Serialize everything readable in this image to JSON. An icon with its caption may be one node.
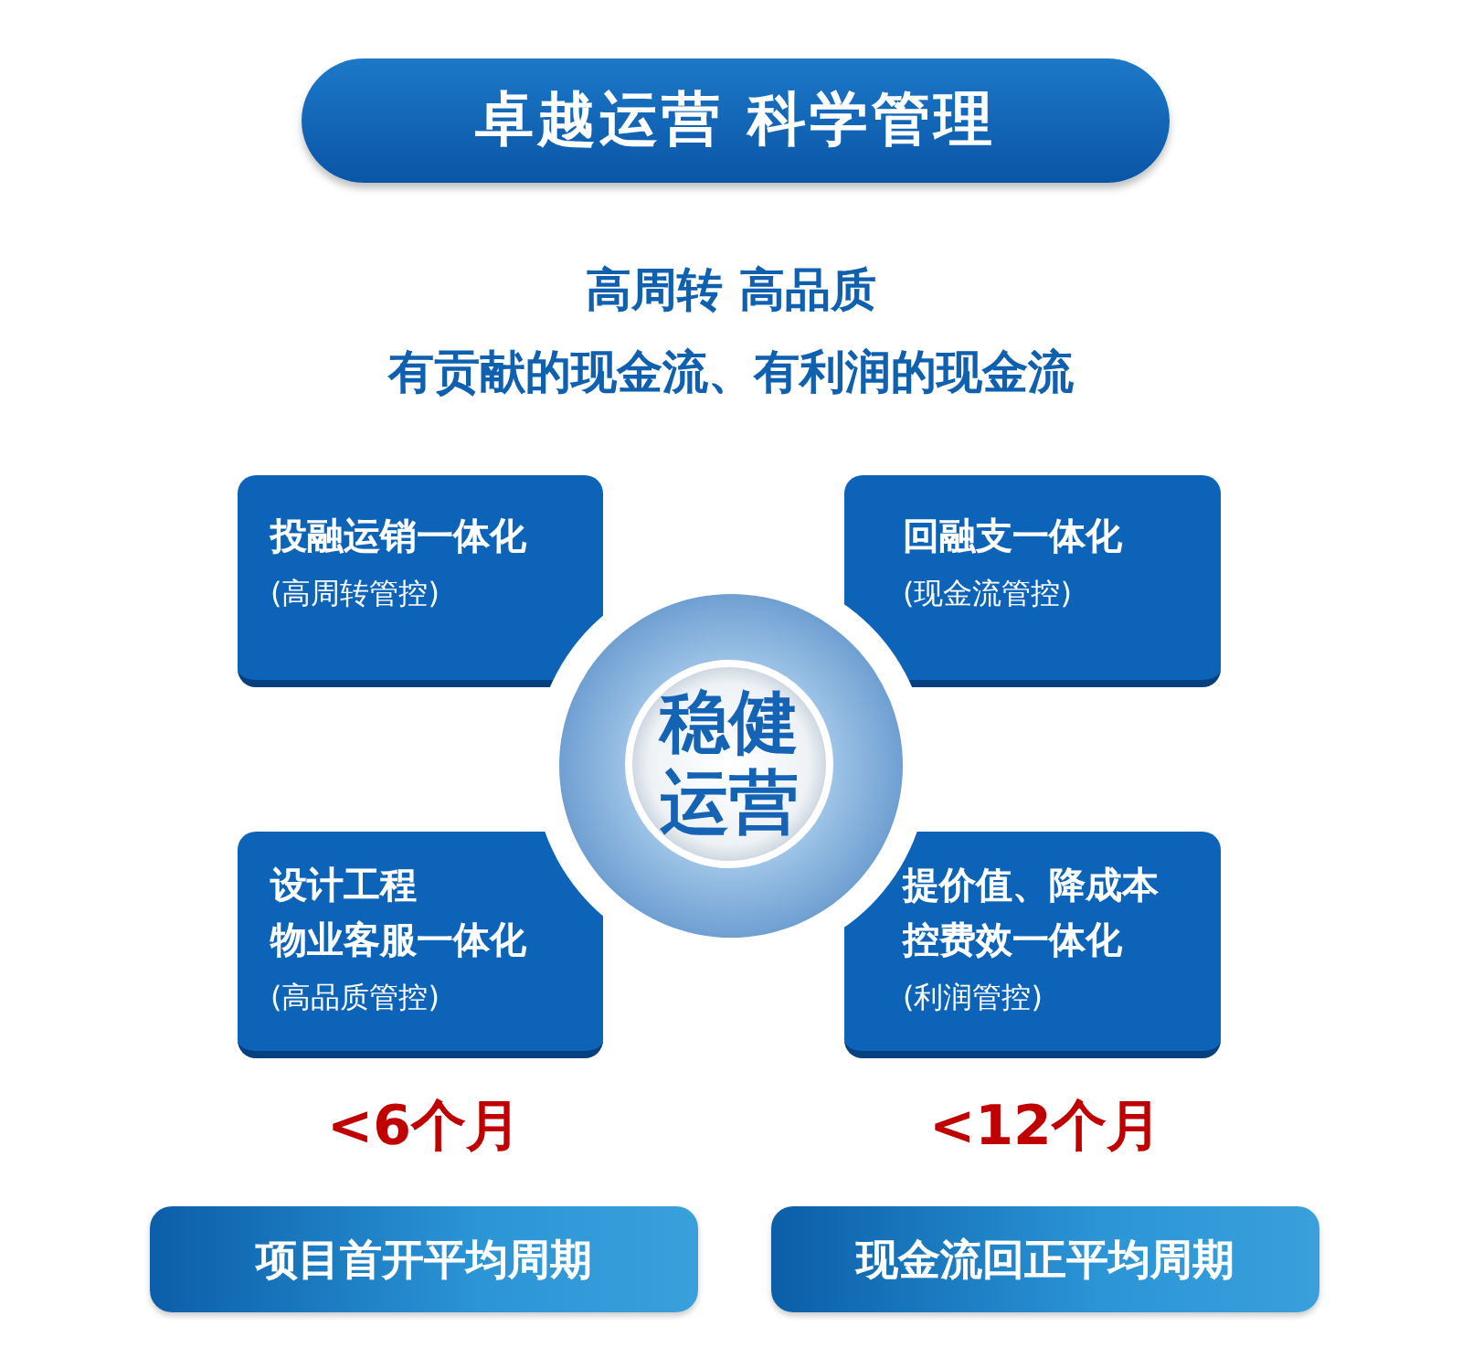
{
  "diagram": {
    "nodes": [
      {
        "text": [
          "卓越运营 科学管理"
        ]
      },
      {
        "text": [
          "投融运销一体化",
          "(高周转管控)"
        ]
      },
      {
        "text": [
          "回融支一体化",
          "(现金流管控)"
        ]
      },
      {
        "text": [
          "稳健运营"
        ]
      },
      {
        "text": [
          "设计工程",
          "物业客服一体化",
          "(高品质管控)"
        ]
      },
      {
        "text": [
          "提价值、降成本控费效一体化",
          "(利润管控)"
        ]
      },
      {
        "text": [
          "项目首开平均周期"
        ],
        "beside": [
          "<6个月"
        ]
      },
      {
        "text": [
          "现金流回正平均周期"
        ],
        "beside": [
          "<12个月"
        ]
      }
    ],
    "labels": [
      "高周转 高品质",
      "有贡献的现金流、有利润的现金流"
    ]
  }
}
